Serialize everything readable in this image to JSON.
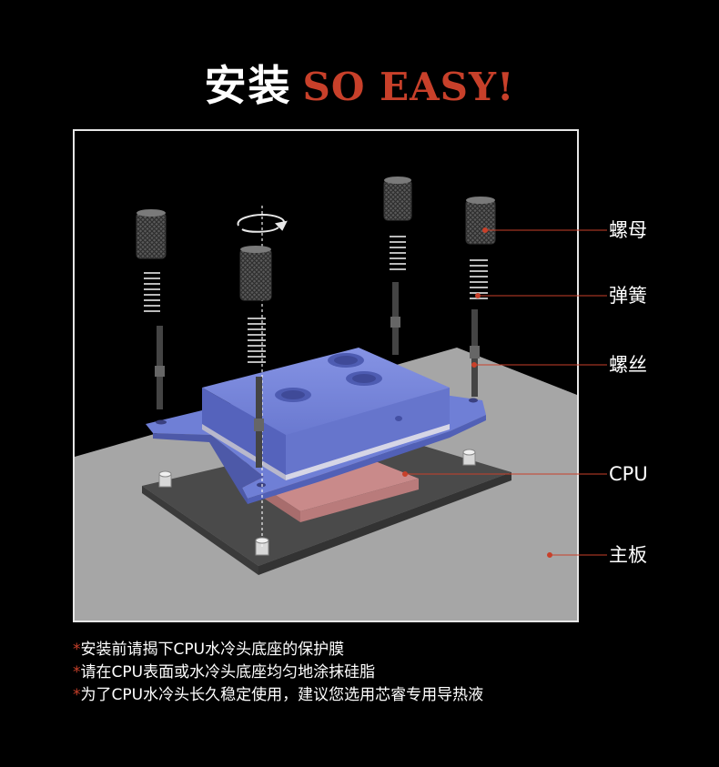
{
  "title": {
    "cn": "安装",
    "en": "SO EASY!",
    "en_color": "#c8402a"
  },
  "labels": [
    "螺母",
    "弹簧",
    "螺丝",
    "CPU",
    "主板"
  ],
  "leader_color": "#c8402a",
  "notes": {
    "marker": "*",
    "items": [
      "安装前请揭下CPU水冷头底座的保护膜",
      "请在CPU表面或水冷头底座均匀地涂抹硅脂",
      "为了CPU水冷头长久稳定使用，建议您选用芯睿专用导热液"
    ]
  },
  "colors": {
    "block": "#6f7fd6",
    "cpu": "#c9898a",
    "board": "#4d4d4d",
    "floor": "#a6a6a6"
  }
}
